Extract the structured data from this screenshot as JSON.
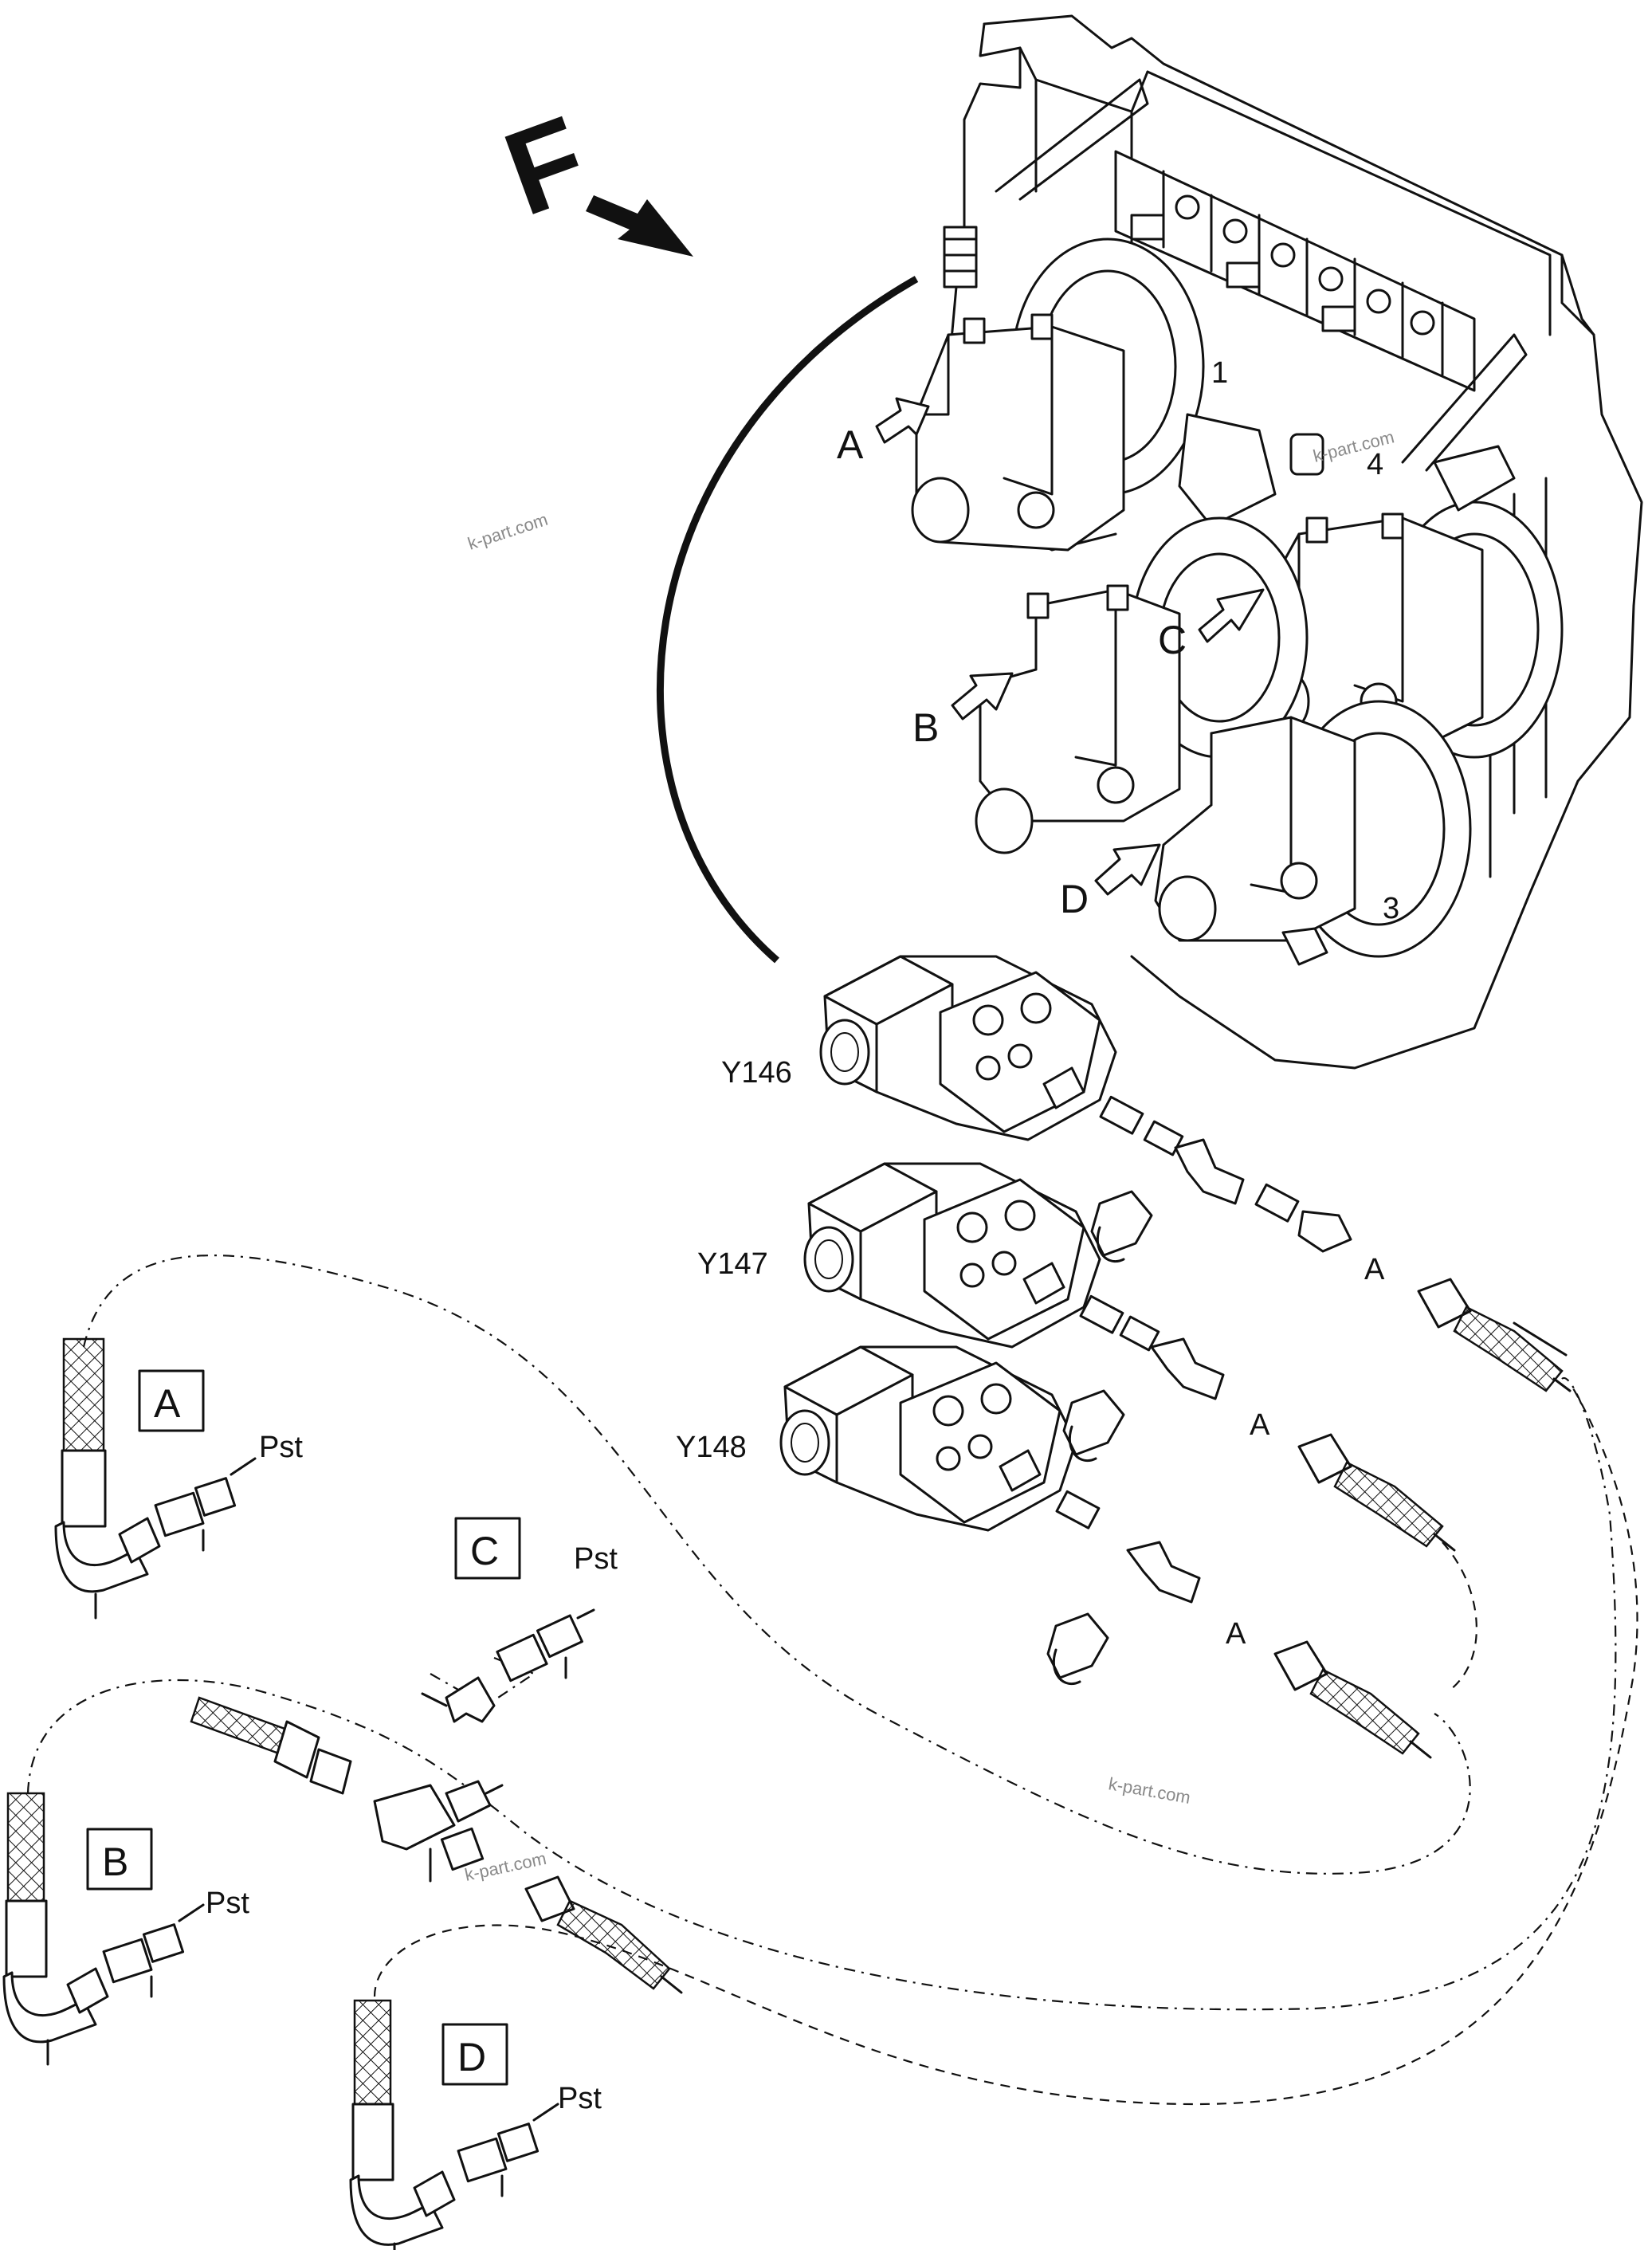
{
  "view_label": "F",
  "callouts": {
    "a": "A",
    "b": "B",
    "c": "C",
    "d": "D"
  },
  "engine_numbers": {
    "n1": "1",
    "n3": "3",
    "n4": "4"
  },
  "valves": {
    "y146": "Y146",
    "y147": "Y147",
    "y148": "Y148"
  },
  "line_labels": {
    "a1": "A",
    "a2": "A",
    "a3": "A"
  },
  "detail_boxes": {
    "a": "A",
    "b": "B",
    "c": "C",
    "d": "D"
  },
  "port_labels": {
    "pst_a": "Pst",
    "pst_b": "Pst",
    "pst_c": "Pst",
    "pst_d": "Pst"
  },
  "watermarks": {
    "w1": "k-part.com",
    "w2": "k-part.com",
    "w3": "k-part.com",
    "w4": "k-part.com"
  }
}
